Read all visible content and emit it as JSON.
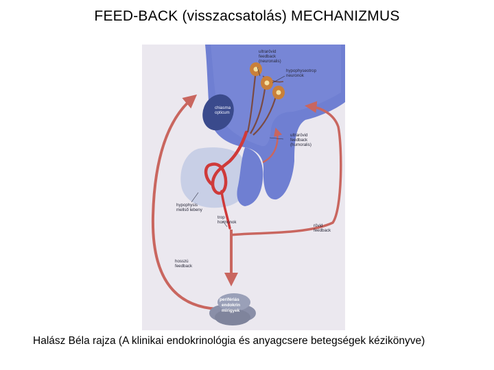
{
  "title": "FEED-BACK (visszacsatolás) MECHANIZMUS",
  "caption": "Halász Béla rajza (A klinikai endokrinológia és anyagcsere betegségek kézikönyve)",
  "diagram": {
    "labels": {
      "ultrarovid_1": "ultrarövid",
      "ultrarovid_2": "feedback",
      "ultrarovid_3": "(neuronalis)",
      "hypophyseotrop_1": "hypophyseotrop",
      "hypophyseotrop_2": "neuronok",
      "chiasma_1": "chiasma",
      "chiasma_2": "opticum",
      "rovid_1": "ultrarövid",
      "rovid_2": "feedback",
      "rovid_3": "(humoralis)",
      "hypophysis_1": "hypophysis",
      "hypophysis_2": "mellső lebeny",
      "trop_1": "trop",
      "trop_2": "hormonok",
      "rovid_fb_1": "rövid",
      "rovid_fb_2": "feedback",
      "hosszu_1": "hosszú",
      "hosszu_2": "feedback",
      "periferias_1": "perifériás",
      "periferias_2": "endokrin",
      "periferias_3": "mirigyek"
    }
  }
}
